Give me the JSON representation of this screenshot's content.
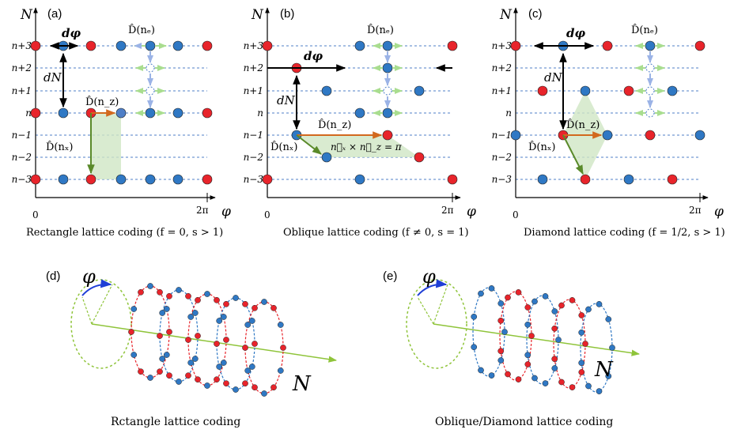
{
  "panels": [
    {
      "letter": "(a)",
      "axis_n": "N",
      "axis_phi": "φ",
      "x0": "0",
      "x2pi": "2π",
      "caption": "Rectangle lattice coding (f = 0, s > 1)",
      "labels": {
        "d_phi": "dφ",
        "d_n": "dN",
        "D_e": "D̂(nₑ)",
        "D_z": "D̂(n_z)",
        "D_x": "D̂(nₓ)"
      }
    },
    {
      "letter": "(b)",
      "axis_n": "N",
      "axis_phi": "φ",
      "x0": "0",
      "x2pi": "2π",
      "caption": "Oblique lattice coding (f ≠ 0, s = 1)",
      "labels": {
        "d_phi": "dφ",
        "d_n": "dN",
        "D_e": "D̂(nₑ)",
        "D_z": "D̂(n_z)",
        "D_x": "D̂(nₓ)",
        "cross": "n⃗ₓ × n⃗_z = π"
      }
    },
    {
      "letter": "(c)",
      "axis_n": "N",
      "axis_phi": "φ",
      "x0": "0",
      "x2pi": "2π",
      "caption": "Diamond lattice coding (f = 1/2, s > 1)",
      "labels": {
        "d_phi": "dφ",
        "d_n": "dN",
        "D_e": "D̂(nₑ)",
        "D_z": "D̂(n_z)",
        "D_x": "D̂(nₓ)"
      }
    }
  ],
  "row_labels": [
    "n+3",
    "n+2",
    "n+1",
    "n",
    "n−1",
    "n−2",
    "n−3"
  ],
  "helices": [
    {
      "letter": "(d)",
      "phi": "φ",
      "n_axis": "N",
      "caption": "Rctangle lattice coding"
    },
    {
      "letter": "(e)",
      "phi": "φ",
      "n_axis": "N",
      "caption": "Oblique/Diamond lattice coding"
    }
  ],
  "colors": {
    "red": "#e8242b",
    "blue": "#2f78c4",
    "dashed_line": "#4f7fc7",
    "arrow_black": "#000000",
    "arrow_orange": "#d2691e",
    "arrow_green": "#5a8a2a",
    "shade": "#cfe6c4",
    "helix_axis": "#8fc43a",
    "phi_arrow": "#1f3fd6",
    "eigen_arrow": "#a9dd8f",
    "eigen_down": "#9bb3e6"
  }
}
